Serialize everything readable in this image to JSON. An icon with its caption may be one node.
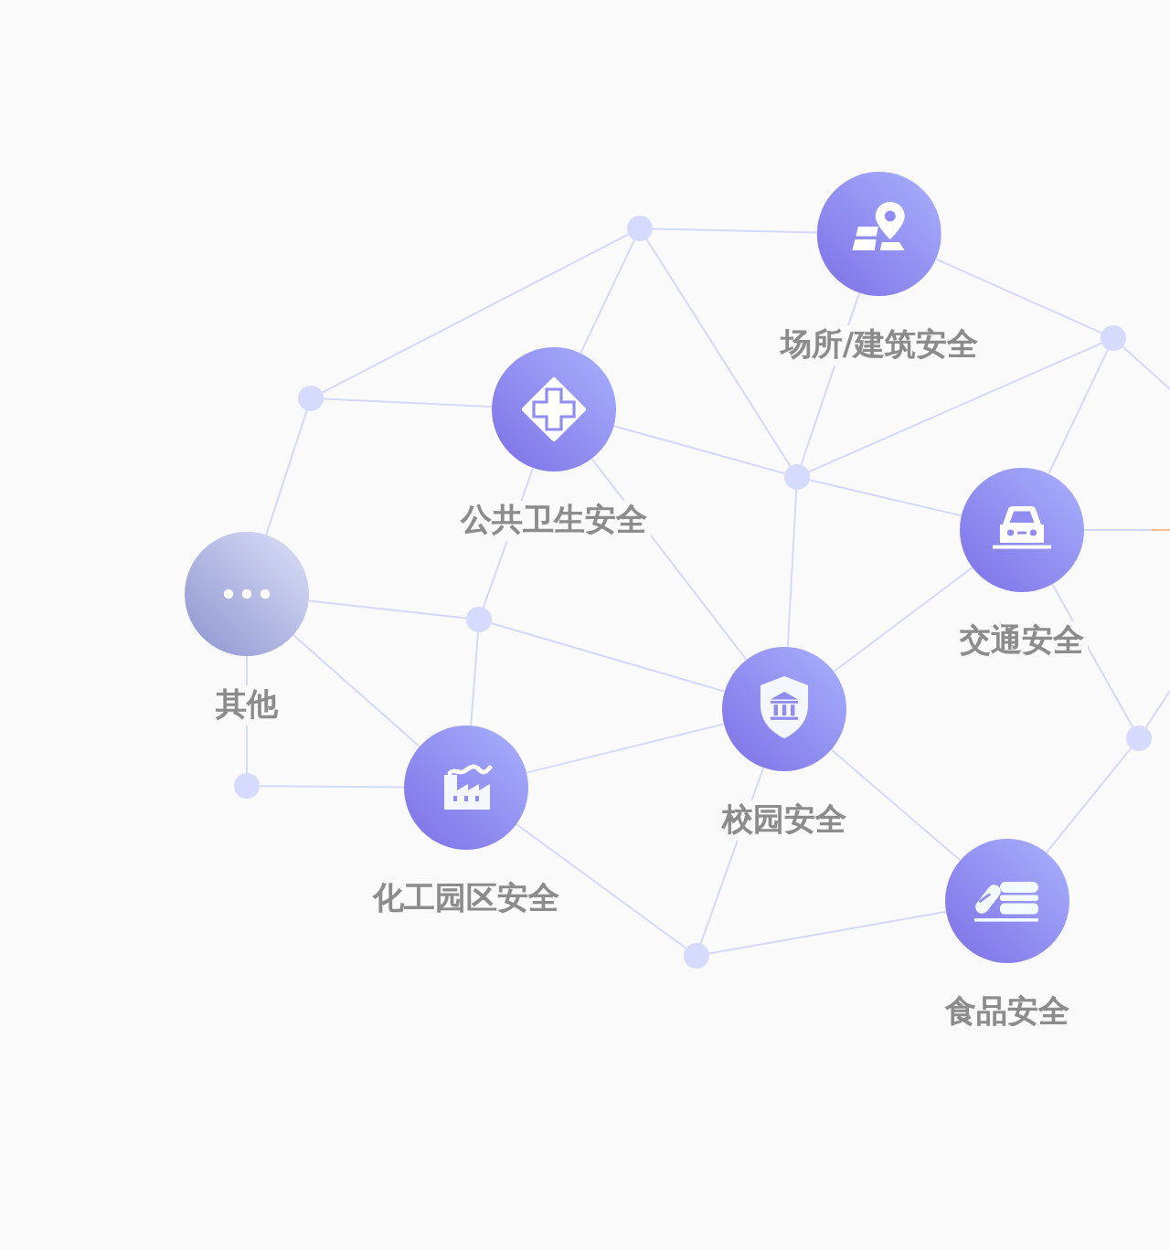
{
  "diagram": {
    "nodes": [
      {
        "text": [],
        "shape": "circle"
      },
      {
        "text": [
          "场所/建筑安全"
        ]
      },
      {
        "text": [],
        "shape": "circle"
      },
      {
        "text": [],
        "shape": "circle"
      },
      {
        "text": [
          "公共卫生安全"
        ]
      },
      {
        "text": [],
        "shape": "circle"
      },
      {
        "text": [
          "交通安全"
        ]
      },
      {
        "text": [
          "其他"
        ]
      },
      {
        "text": [],
        "shape": "circle"
      },
      {
        "text": [
          "校园安全"
        ]
      },
      {
        "text": [],
        "shape": "circle"
      },
      {
        "text": [
          "化工园区安全"
        ]
      },
      {
        "text": [],
        "shape": "circle"
      },
      {
        "text": [
          "食品安全"
        ]
      },
      {
        "text": [],
        "shape": "circle"
      }
    ],
    "edges": [
      {
        "from": 0,
        "to": 1,
        "arrow": "none"
      },
      {
        "from": 0,
        "to": 3,
        "arrow": "none"
      },
      {
        "from": 0,
        "to": 4,
        "arrow": "none"
      },
      {
        "from": 0,
        "to": 5,
        "arrow": "none"
      },
      {
        "from": 1,
        "to": 2,
        "arrow": "none"
      },
      {
        "from": 1,
        "to": 5,
        "arrow": "none"
      },
      {
        "from": 2,
        "to": 5,
        "arrow": "none"
      },
      {
        "from": 2,
        "to": 6,
        "arrow": "none"
      },
      {
        "from": 2,
        "to": null,
        "arrow": "none"
      },
      {
        "from": 3,
        "to": 4,
        "arrow": "none"
      },
      {
        "from": 3,
        "to": 7,
        "arrow": "none"
      },
      {
        "from": 4,
        "to": 5,
        "arrow": "none"
      },
      {
        "from": 4,
        "to": 8,
        "arrow": "none"
      },
      {
        "from": 4,
        "to": 9,
        "arrow": "none"
      },
      {
        "from": 5,
        "to": 6,
        "arrow": "none"
      },
      {
        "from": 5,
        "to": 9,
        "arrow": "none"
      },
      {
        "from": 6,
        "to": 9,
        "arrow": "none"
      },
      {
        "from": 6,
        "to": 10,
        "arrow": "none"
      },
      {
        "from": 6,
        "to": null,
        "arrow": "none"
      },
      {
        "from": 7,
        "to": 8,
        "arrow": "none"
      },
      {
        "from": 7,
        "to": 11,
        "arrow": "none"
      },
      {
        "from": 7,
        "to": 12,
        "arrow": "none"
      },
      {
        "from": 8,
        "to": 9,
        "arrow": "none"
      },
      {
        "from": 8,
        "to": 11,
        "arrow": "none"
      },
      {
        "from": 9,
        "to": 11,
        "arrow": "none"
      },
      {
        "from": 9,
        "to": 13,
        "arrow": "none"
      },
      {
        "from": 9,
        "to": 14,
        "arrow": "none"
      },
      {
        "from": 10,
        "to": 13,
        "arrow": "none"
      },
      {
        "from": 10,
        "to": null,
        "arrow": "none"
      },
      {
        "from": 11,
        "to": 12,
        "arrow": "none"
      },
      {
        "from": 11,
        "to": 14,
        "arrow": "none"
      },
      {
        "from": 13,
        "to": 14,
        "arrow": "none"
      }
    ]
  }
}
